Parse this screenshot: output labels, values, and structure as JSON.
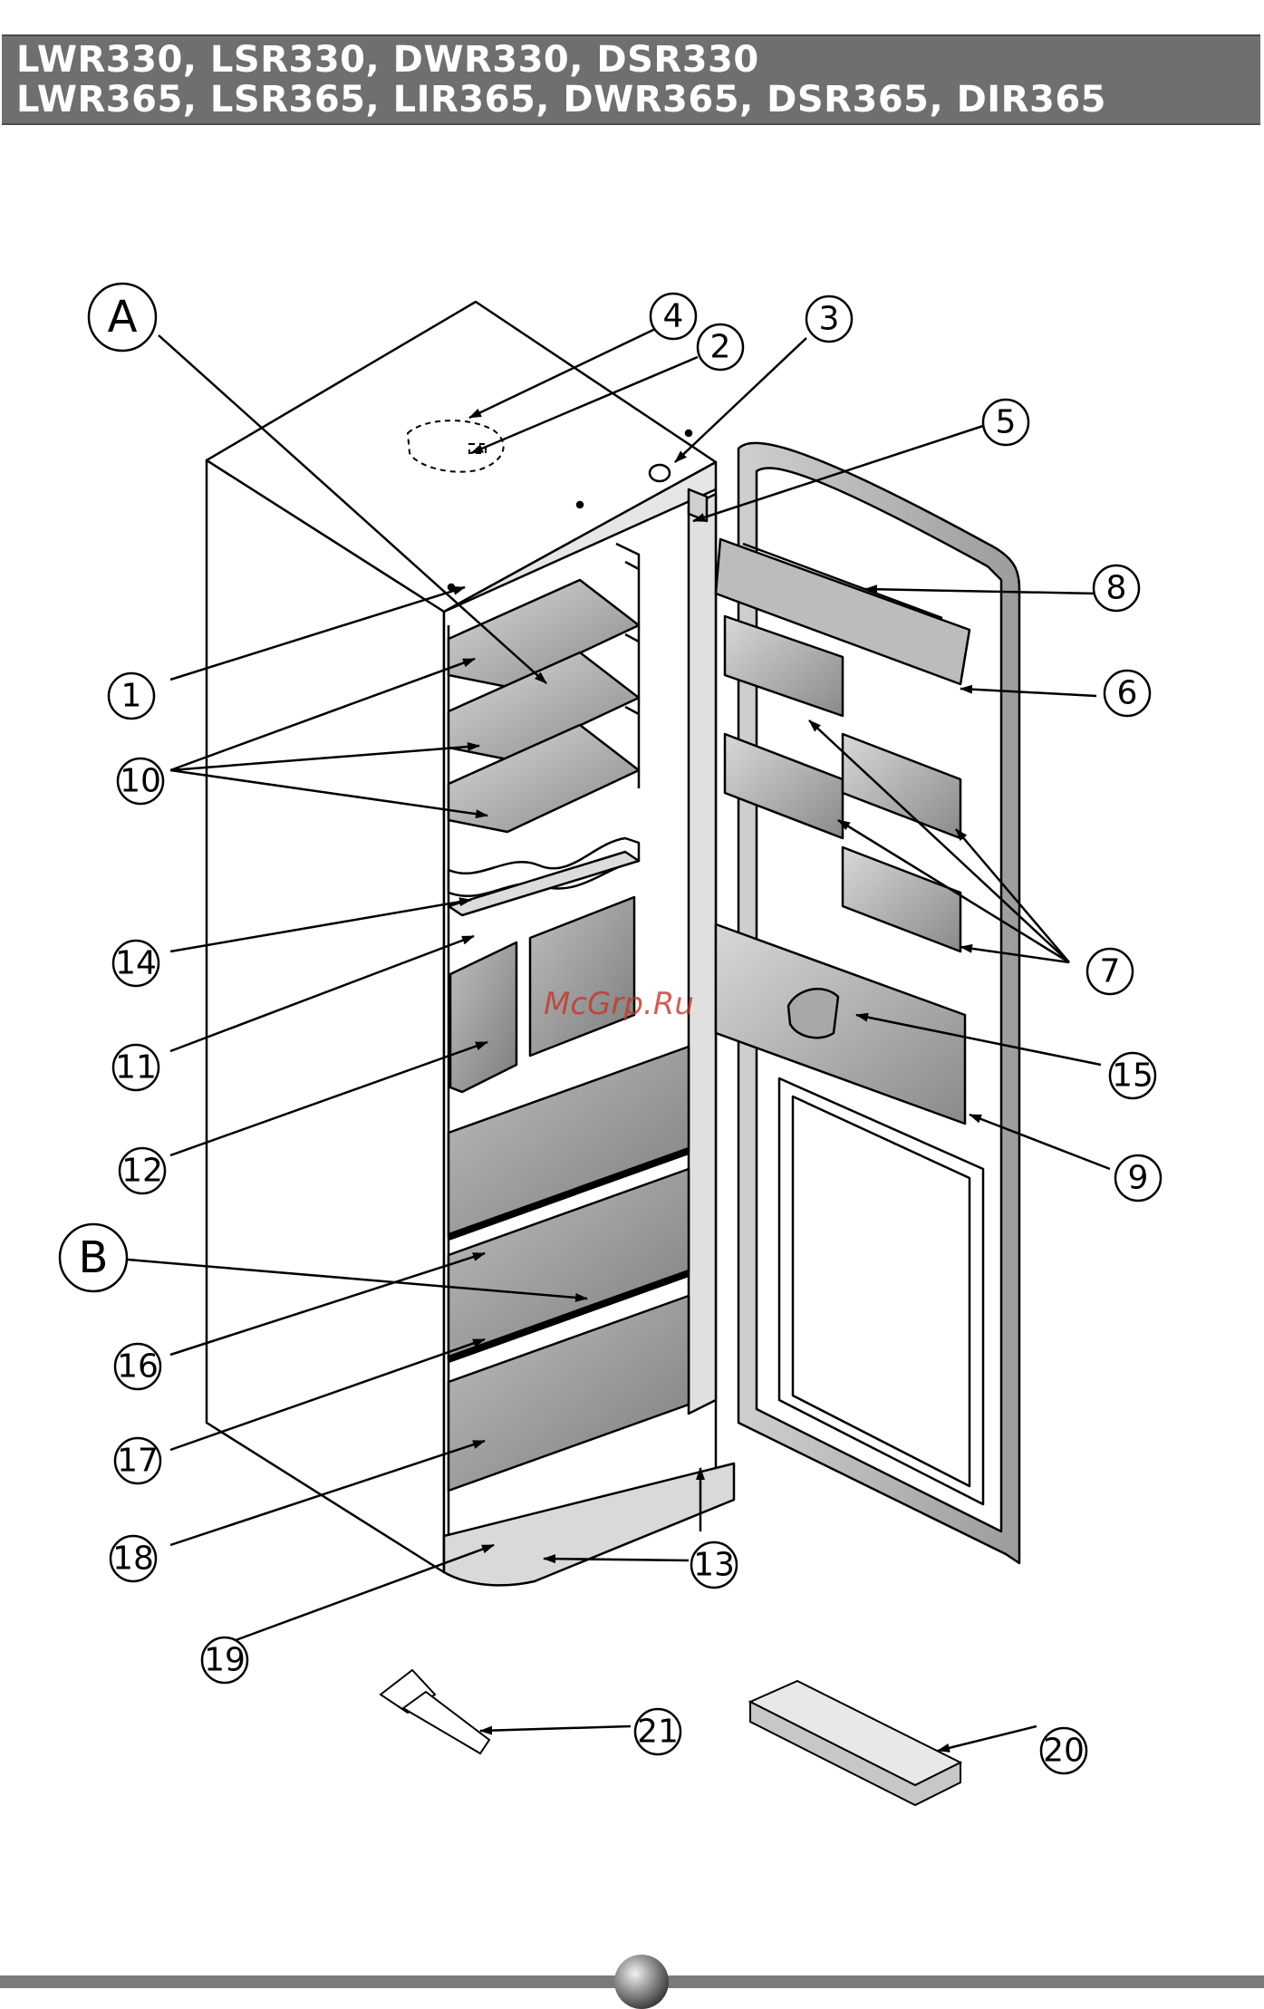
{
  "header": {
    "line1": "LWR330, LSR330, DWR330, DSR330",
    "line2": "LWR365, LSR365, LIR365, DWR365, DSR365, DIR365"
  },
  "watermark": "McGrp.Ru",
  "callouts": {
    "A": "A",
    "B": "B",
    "n1": "1",
    "n2": "2",
    "n3": "3",
    "n4": "4",
    "n5": "5",
    "n6": "6",
    "n7": "7",
    "n8": "8",
    "n9": "9",
    "n10": "10",
    "n11": "11",
    "n12": "12",
    "n13": "13",
    "n14": "14",
    "n15": "15",
    "n16": "16",
    "n17": "17",
    "n18": "18",
    "n19": "19",
    "n20": "20",
    "n21": "21"
  },
  "colors": {
    "header_bg": "#6f6f6f",
    "watermark": "#c0392b"
  }
}
